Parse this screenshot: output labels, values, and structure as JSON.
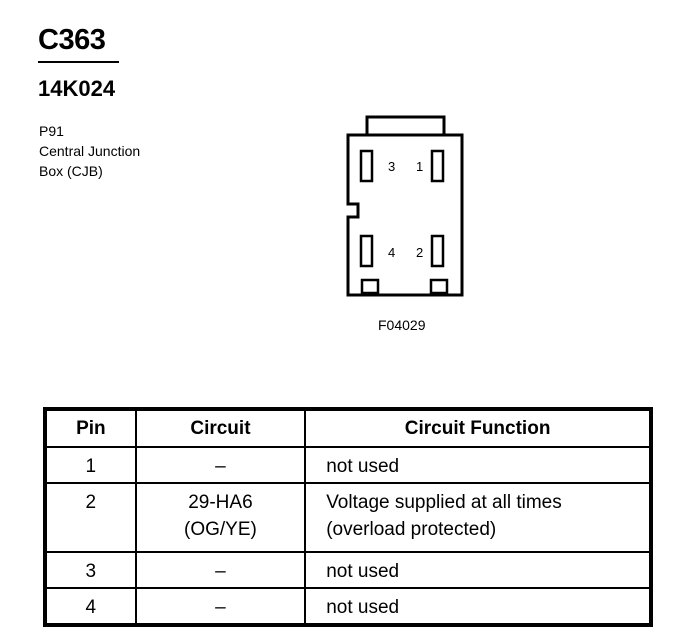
{
  "header": {
    "connector_code": "C363",
    "part_number": "14K024"
  },
  "location": {
    "line1": "P91",
    "line2": "Central Junction",
    "line3": "Box (CJB)"
  },
  "figure": {
    "id": "F04029",
    "pin_labels": {
      "p1": "1",
      "p2": "2",
      "p3": "3",
      "p4": "4"
    }
  },
  "table": {
    "headers": {
      "pin": "Pin",
      "circuit": "Circuit",
      "function": "Circuit Function"
    },
    "rows": [
      {
        "pin": "1",
        "circuit": "–",
        "circuit2": "",
        "function": "not used",
        "function2": ""
      },
      {
        "pin": "2",
        "circuit": "29-HA6",
        "circuit2": "(OG/YE)",
        "function": "Voltage supplied at all times",
        "function2": "(overload protected)"
      },
      {
        "pin": "3",
        "circuit": "–",
        "circuit2": "",
        "function": "not used",
        "function2": ""
      },
      {
        "pin": "4",
        "circuit": "–",
        "circuit2": "",
        "function": "not used",
        "function2": ""
      }
    ]
  }
}
